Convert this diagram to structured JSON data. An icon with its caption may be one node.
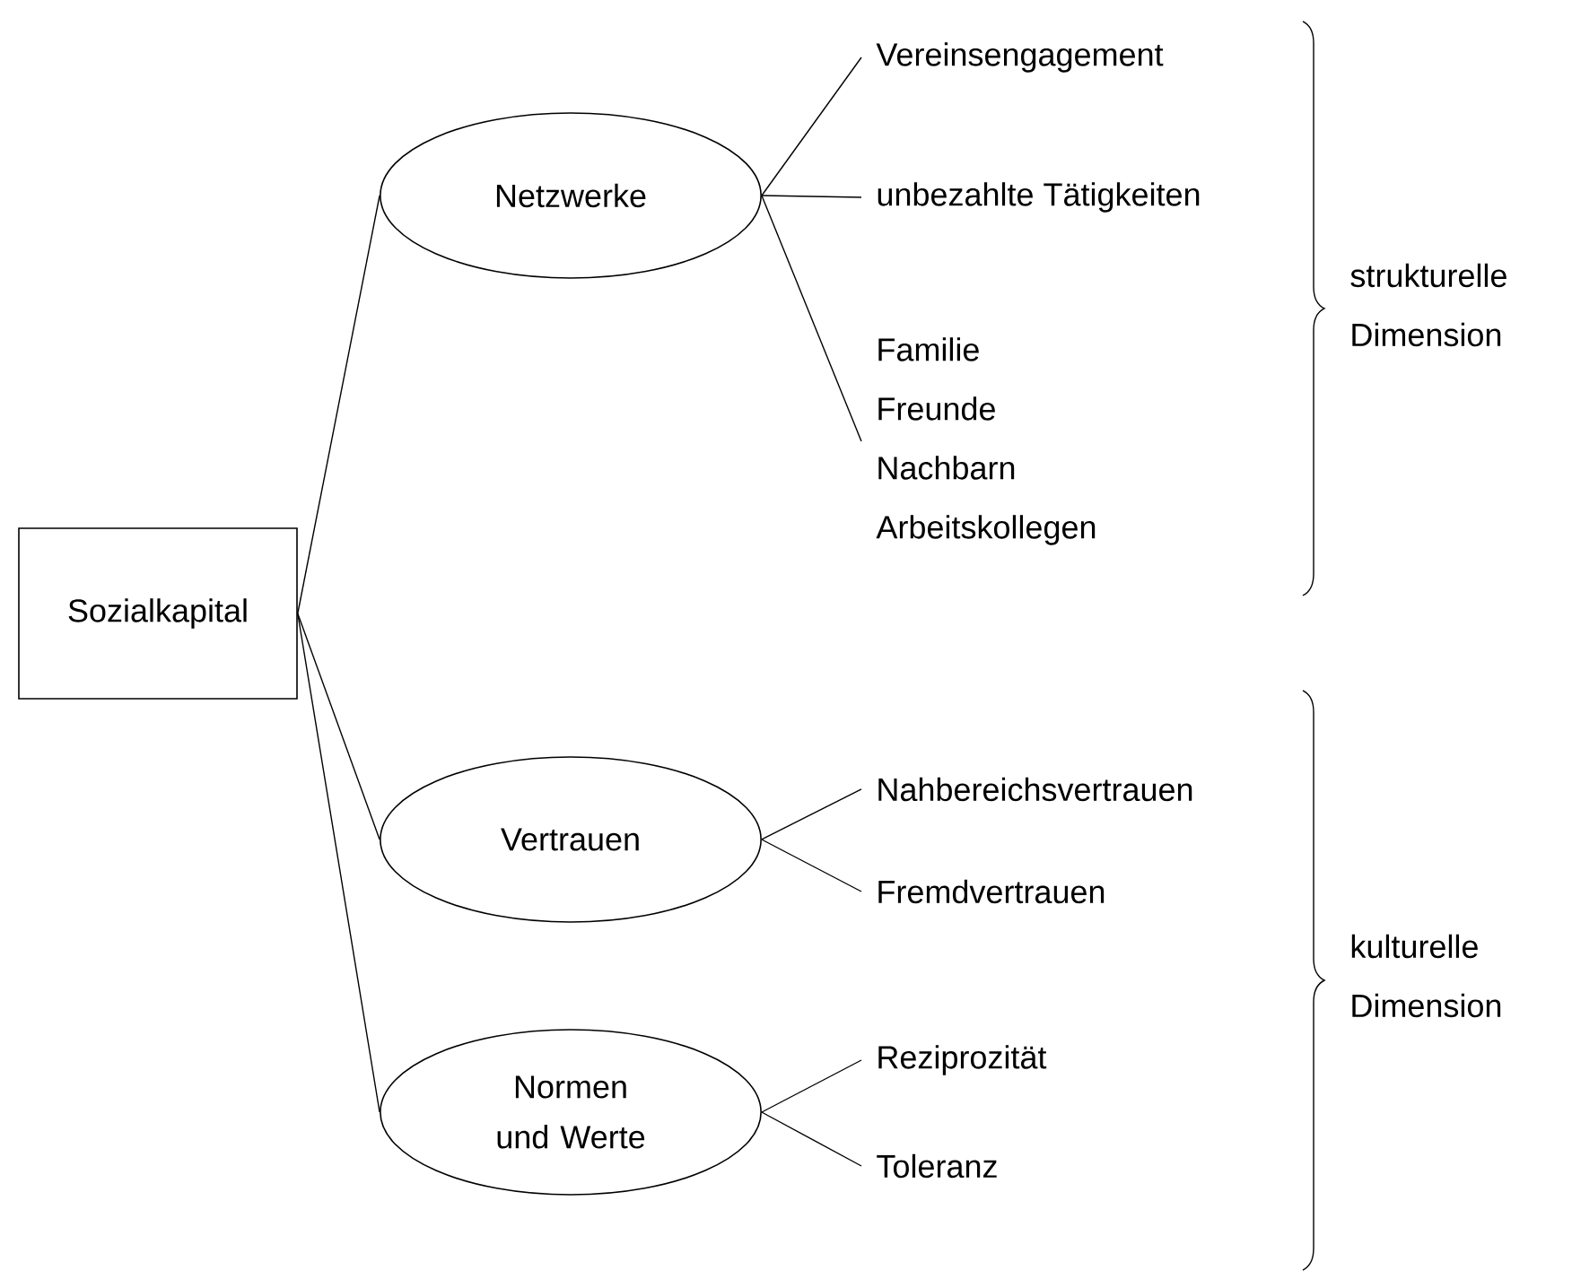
{
  "diagram": {
    "nodes": [
      {
        "text": [
          "Sozialkapital"
        ]
      },
      {
        "text": [
          "Netzwerke"
        ]
      },
      {
        "text": [
          "Vereinsengagement"
        ]
      },
      {
        "text": [
          "unbezahlte Tätigkeiten"
        ]
      },
      {
        "text": [
          "Familie",
          "Freunde",
          "Nachbarn",
          "Arbeitskollegen"
        ]
      },
      {
        "text": [
          "Vertrauen"
        ]
      },
      {
        "text": [
          "Nahbereichsvertrauen"
        ]
      },
      {
        "text": [
          "Fremdvertrauen"
        ]
      },
      {
        "text": [
          "Normen und Werte"
        ]
      },
      {
        "text": [
          "Reziprozität"
        ]
      },
      {
        "text": [
          "Toleranz"
        ]
      }
    ],
    "edges": [
      {
        "from": 0,
        "to": 1,
        "arrow": "none"
      },
      {
        "from": 0,
        "to": 5,
        "arrow": "none"
      },
      {
        "from": 0,
        "to": 8,
        "arrow": "none"
      },
      {
        "from": 1,
        "to": 2,
        "arrow": "none"
      },
      {
        "from": 1,
        "to": 3,
        "arrow": "none"
      },
      {
        "from": 1,
        "to": 4,
        "arrow": "none"
      },
      {
        "from": 5,
        "to": 6,
        "arrow": "none"
      },
      {
        "from": 5,
        "to": 7,
        "arrow": "none"
      },
      {
        "from": 8,
        "to": 9,
        "arrow": "none"
      },
      {
        "from": 8,
        "to": 10,
        "arrow": "none"
      }
    ],
    "labels": [
      "strukturelle Dimension",
      "kulturelle Dimension"
    ]
  }
}
